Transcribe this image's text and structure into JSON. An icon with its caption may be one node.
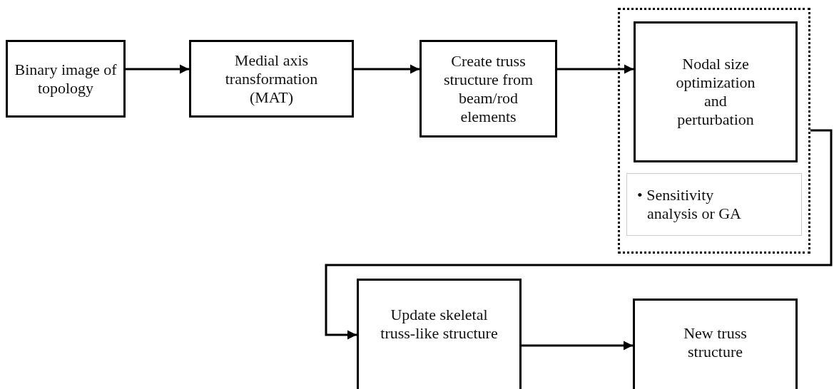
{
  "diagram": {
    "nodes": [
      {
        "text": [
          "Binary image of topology"
        ]
      },
      {
        "text": [
          "Medial axis transformation (MAT)"
        ]
      },
      {
        "text": [
          "Create truss structure from beam/rod elements"
        ]
      },
      {
        "text": [],
        "shape": "box"
      },
      {
        "text": [
          "Nodal size optimization and perturbation"
        ],
        "in": 3
      },
      {
        "text": [
          "• Sensitivity analysis or GA"
        ],
        "in": 3
      },
      {
        "text": [
          "Update skeletal truss-like structure"
        ]
      },
      {
        "text": [
          "New truss structure"
        ]
      }
    ],
    "edges": [
      {
        "from": 0,
        "to": 1,
        "arrow": "to"
      },
      {
        "from": 1,
        "to": 2,
        "arrow": "to"
      },
      {
        "from": 2,
        "to": 4,
        "arrow": "to"
      },
      {
        "from": 3,
        "to": 6,
        "arrow": "to"
      },
      {
        "from": 6,
        "to": 7,
        "arrow": "to"
      }
    ]
  }
}
